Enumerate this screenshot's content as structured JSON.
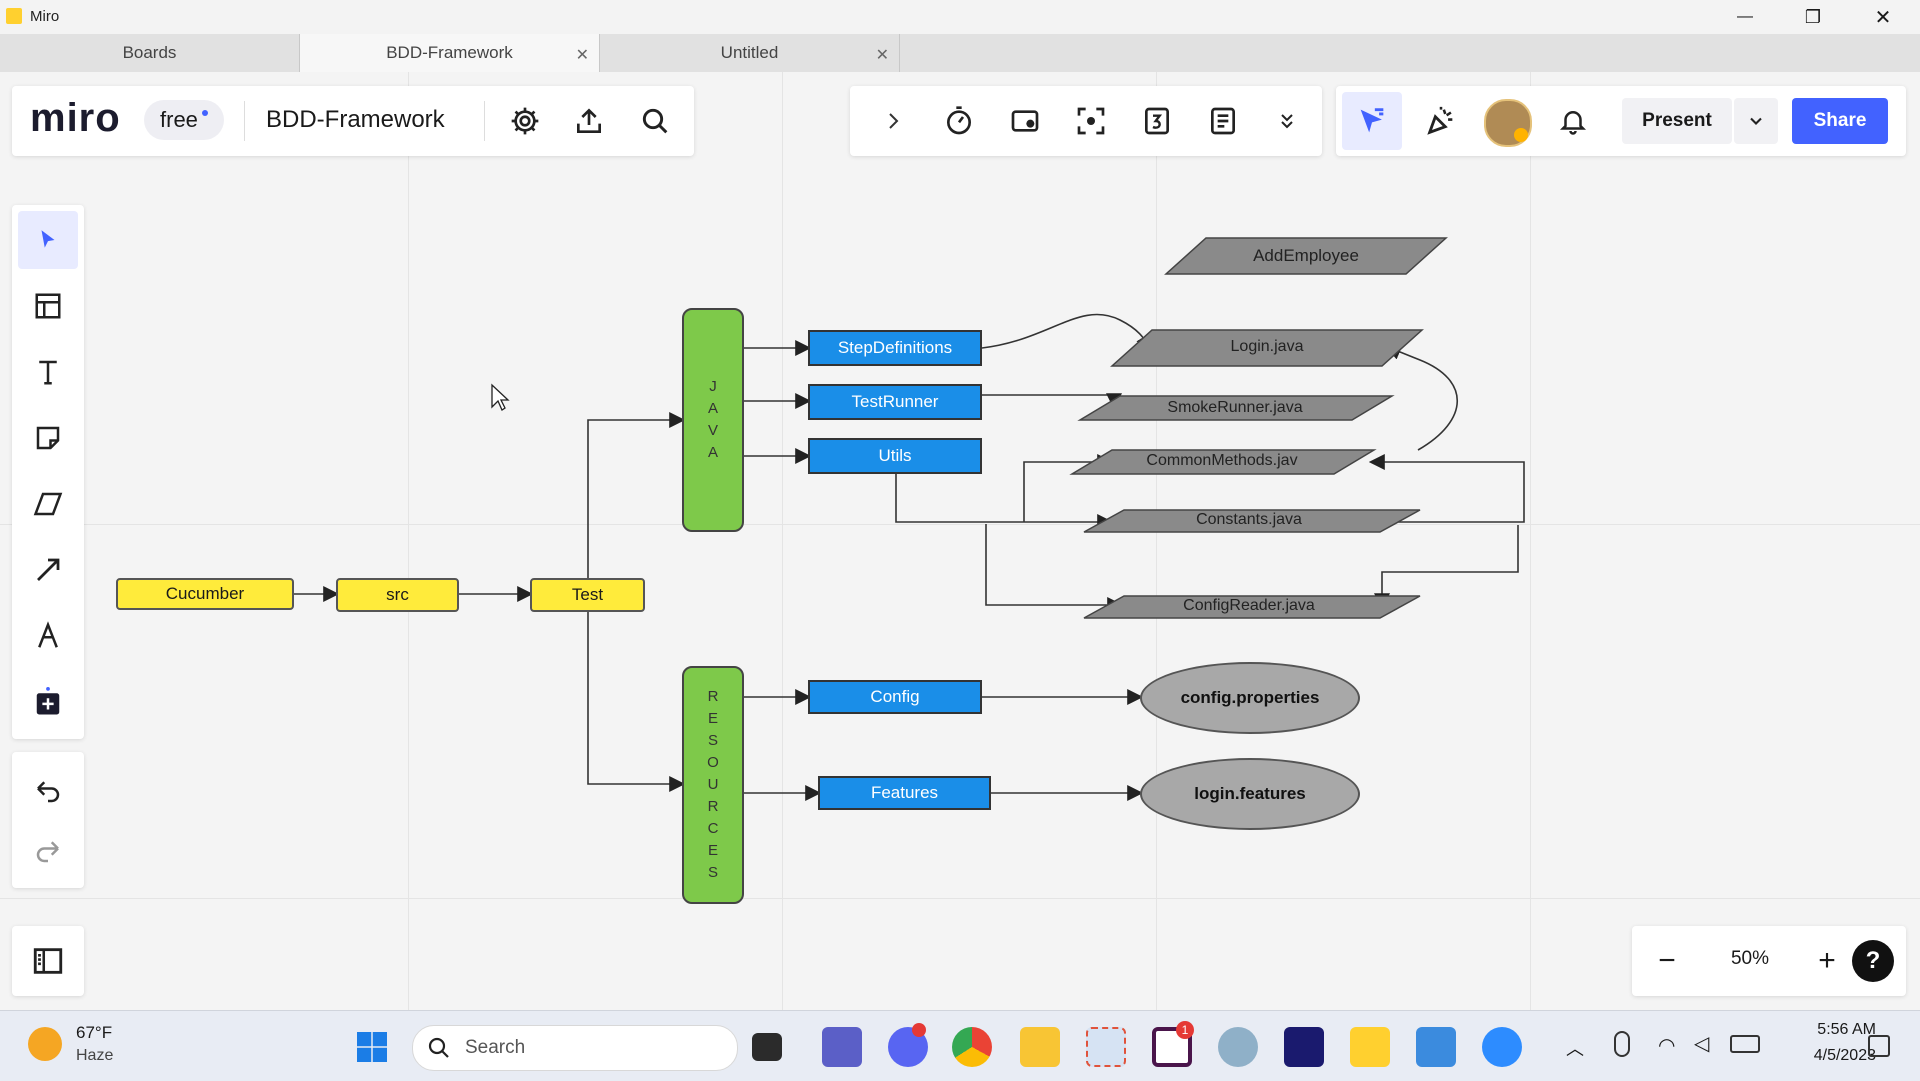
{
  "window": {
    "title": "Miro",
    "minimize": "—",
    "maximize": "❐",
    "close": "✕"
  },
  "tabs": [
    {
      "label": "Boards"
    },
    {
      "label": "BDD-Framework",
      "close": "✕"
    },
    {
      "label": "Untitled",
      "close": "✕"
    }
  ],
  "toolbar": {
    "brand": "miro",
    "plan": "free",
    "board_name": "BDD-Framework",
    "present_label": "Present",
    "share_label": "Share"
  },
  "zoom": {
    "level": "50%",
    "minus": "−",
    "plus": "+",
    "help": "?"
  },
  "diagram": {
    "cucumber": "Cucumber",
    "src": "src",
    "test": "Test",
    "java": [
      "J",
      "A",
      "V",
      "A"
    ],
    "resources": [
      "R",
      "E",
      "S",
      "O",
      "U",
      "R",
      "C",
      "E",
      "S"
    ],
    "step_definitions": "StepDefinitions",
    "test_runner": "TestRunner",
    "utils": "Utils",
    "config": "Config",
    "features": "Features",
    "add_employee": "AddEmployee",
    "login_java": "Login.java",
    "smoke_runner": "SmokeRunner.java",
    "common_methods": "CommonMethods.jav",
    "constants": "Constants.java",
    "config_reader": "ConfigReader.java",
    "config_properties": "config.properties",
    "login_features": "login.features"
  },
  "taskbar": {
    "weather_temp": "67°F",
    "weather_desc": "Haze",
    "search_placeholder": "Search",
    "time": "5:56 AM",
    "date": "4/5/2023",
    "badge_messenger": "",
    "badge_slack": "1"
  },
  "colors": {
    "accent": "#4262ff",
    "node_yellow": "#ffeb3b",
    "node_blue": "#1a8ee8",
    "node_green": "#7ec94a",
    "node_gray": "#8a8a8a"
  }
}
